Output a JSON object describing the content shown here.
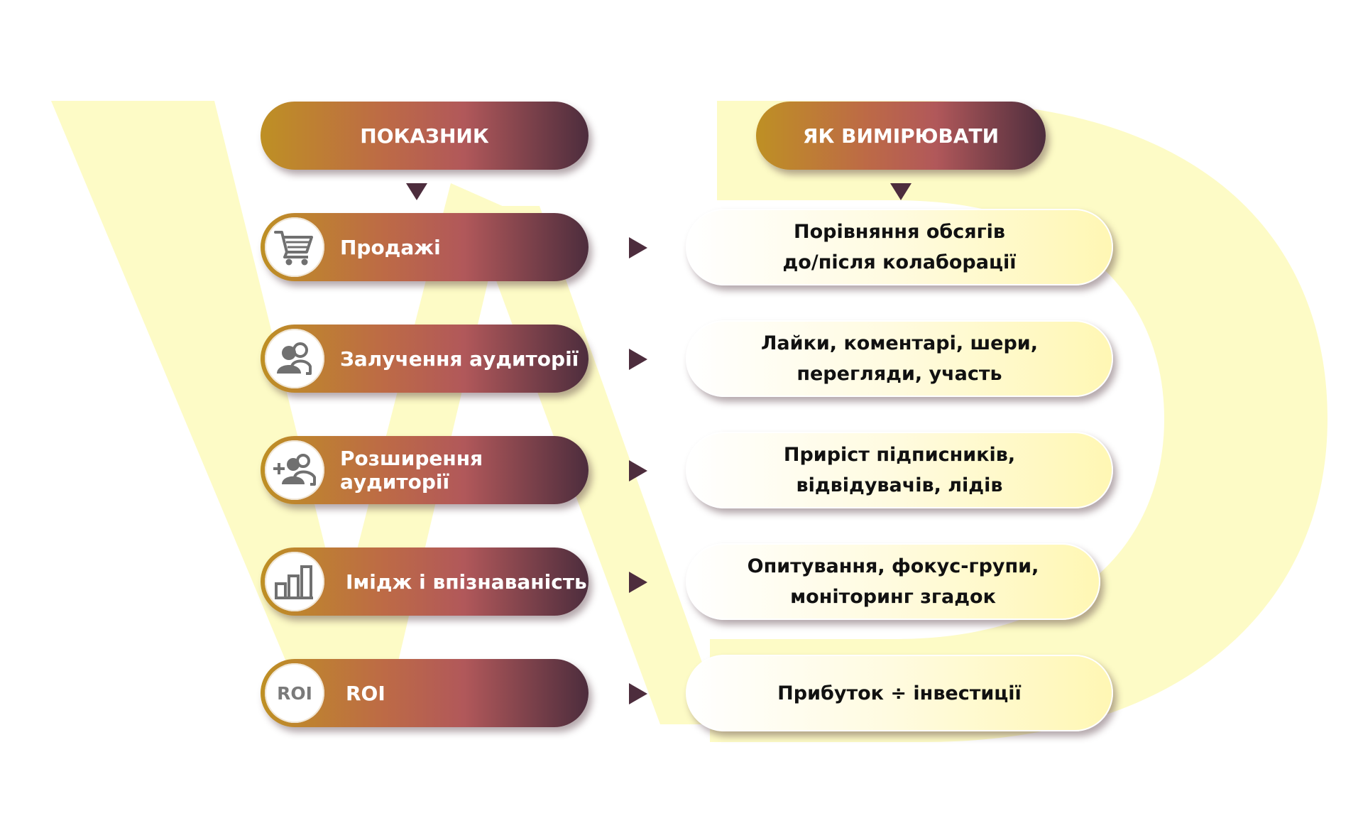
{
  "headers": {
    "left": "ПОКАЗНИК",
    "right": "ЯК ВИМІРЮВАТИ"
  },
  "rows": [
    {
      "icon": "shopping-cart-icon",
      "label": "Продажі",
      "measure": "Порівняння обсягів\nдо/після колаборації"
    },
    {
      "icon": "users-icon",
      "label": "Залучення аудиторії",
      "measure": "Лайки, коментарі, шери,\nперегляди, участь"
    },
    {
      "icon": "add-users-icon",
      "label": "Розширення аудиторії",
      "measure": "Приріст підписників,\nвідвідувачів, лідів"
    },
    {
      "icon": "bar-chart-icon",
      "label": "Імідж і впізнаваність",
      "measure": "Опитування, фокус-групи,\nмоніторинг згадок"
    },
    {
      "icon": "roi-icon",
      "icon_text": "ROI",
      "label": "ROI",
      "measure": "Прибуток ÷ інвестиції"
    }
  ],
  "colors": {
    "gradient_start": "#be9024",
    "gradient_mid": "#b1585a",
    "gradient_end": "#4d2d3d",
    "box_start": "#ffffff",
    "box_end": "#fff7b4",
    "watermark": "#fdfbc6",
    "arrow": "#4d2d3d"
  }
}
